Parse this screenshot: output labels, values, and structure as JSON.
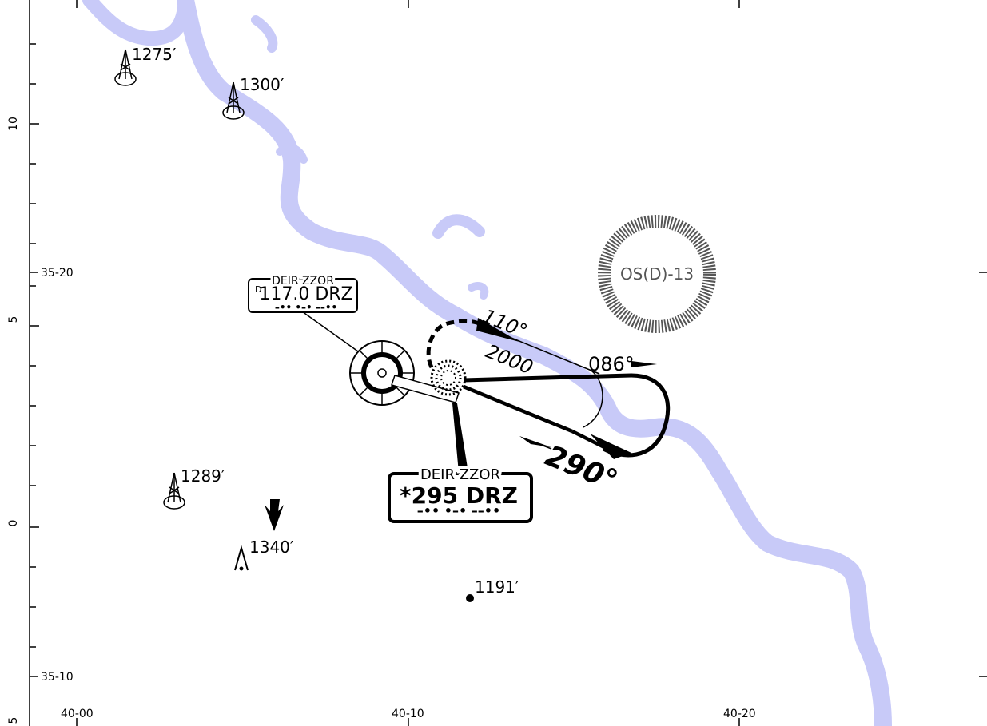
{
  "frame": {
    "lon_labels": [
      "40-00",
      "40-10",
      "40-20"
    ],
    "lat_labels": [
      "35-20",
      "35-10"
    ],
    "minute_labels": [
      "10",
      "5",
      "0",
      "5"
    ]
  },
  "obstacles": [
    {
      "kind": "tower",
      "elev": "1275′"
    },
    {
      "kind": "tower",
      "elev": "1300′"
    },
    {
      "kind": "tower",
      "elev": "1289′"
    },
    {
      "kind": "peak",
      "elev": "1340′"
    },
    {
      "kind": "spot",
      "elev": "1191′"
    }
  ],
  "airspace": {
    "id": "OS(D)-13"
  },
  "vor": {
    "name": "DEIR ZZOR",
    "class": "D",
    "freq": "117.0 DRZ",
    "morse": "–•• •–• ––••"
  },
  "ndb": {
    "name": "DEIR ZZOR",
    "freq": "*295 DRZ",
    "morse": "–•• •–• ––••"
  },
  "holding": {
    "inbound": "110°",
    "altitude": "2000",
    "outbound": "086°",
    "outbound_big": "290°"
  },
  "colors": {
    "water": "#c8caf8",
    "ink": "#000000",
    "airspace": "#555555"
  }
}
